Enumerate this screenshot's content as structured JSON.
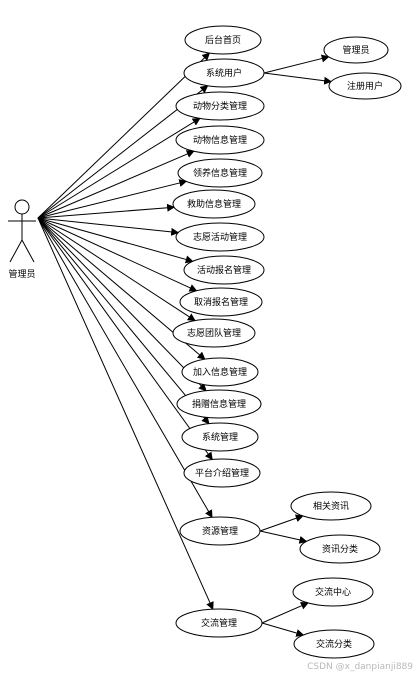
{
  "actor": {
    "label": "管理员"
  },
  "use_cases": [
    {
      "label": "后台首页"
    },
    {
      "label": "系统用户",
      "children": [
        {
          "label": "管理员"
        },
        {
          "label": "注册用户"
        }
      ]
    },
    {
      "label": "动物分类管理"
    },
    {
      "label": "动物信息管理"
    },
    {
      "label": "领养信息管理"
    },
    {
      "label": "救助信息管理"
    },
    {
      "label": "志愿活动管理"
    },
    {
      "label": "活动报名管理"
    },
    {
      "label": "取消报名管理"
    },
    {
      "label": "志愿团队管理"
    },
    {
      "label": "加入信息管理"
    },
    {
      "label": "捐赠信息管理"
    },
    {
      "label": "系统管理"
    },
    {
      "label": "平台介绍管理"
    },
    {
      "label": "资源管理",
      "children": [
        {
          "label": "相关资讯"
        },
        {
          "label": "资讯分类"
        }
      ]
    },
    {
      "label": "交流管理",
      "children": [
        {
          "label": "交流中心"
        },
        {
          "label": "交流分类"
        }
      ]
    }
  ],
  "watermark": "CSDN @x_danpianji889"
}
